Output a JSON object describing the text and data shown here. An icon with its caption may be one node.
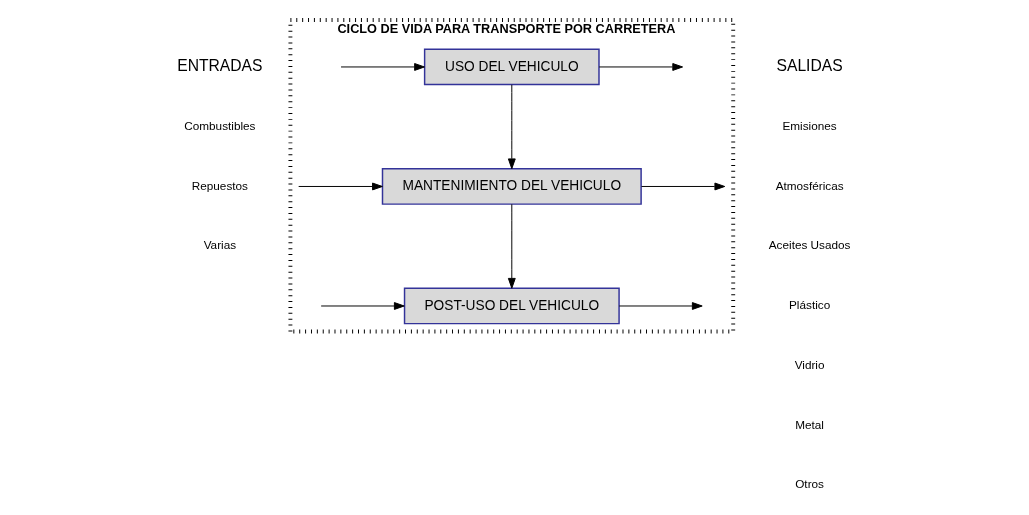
{
  "diagram": {
    "nodes": [
      {
        "text": [
          "CICLO DE VIDA PARA TRANSPORTE POR CARRETERA"
        ]
      },
      {
        "text": [
          "USO DEL VEHICULO"
        ],
        "in": 0
      },
      {
        "text": [
          "MANTENIMIENTO DEL VEHICULO"
        ],
        "in": 0
      },
      {
        "text": [
          "POST-USO DEL VEHICULO"
        ],
        "in": 0
      }
    ],
    "edges": [
      {
        "from": null,
        "to": 1,
        "arrow": "to"
      },
      {
        "from": 1,
        "to": null,
        "arrow": "to"
      },
      {
        "from": 1,
        "to": 2,
        "arrow": "to"
      },
      {
        "from": null,
        "to": 2,
        "arrow": "to"
      },
      {
        "from": 2,
        "to": null,
        "arrow": "to"
      },
      {
        "from": 2,
        "to": 3,
        "arrow": "to"
      },
      {
        "from": null,
        "to": 3,
        "arrow": "to"
      },
      {
        "from": 3,
        "to": null,
        "arrow": "to"
      }
    ],
    "labels": [
      "ENTRADAS",
      "Combustibles",
      "Repuestos",
      "Varias",
      "SALIDAS",
      "Emisiones",
      "Atmosféricas",
      "Aceites Usados",
      "Plástico",
      "Vidrio",
      "Metal",
      "Otros"
    ]
  }
}
